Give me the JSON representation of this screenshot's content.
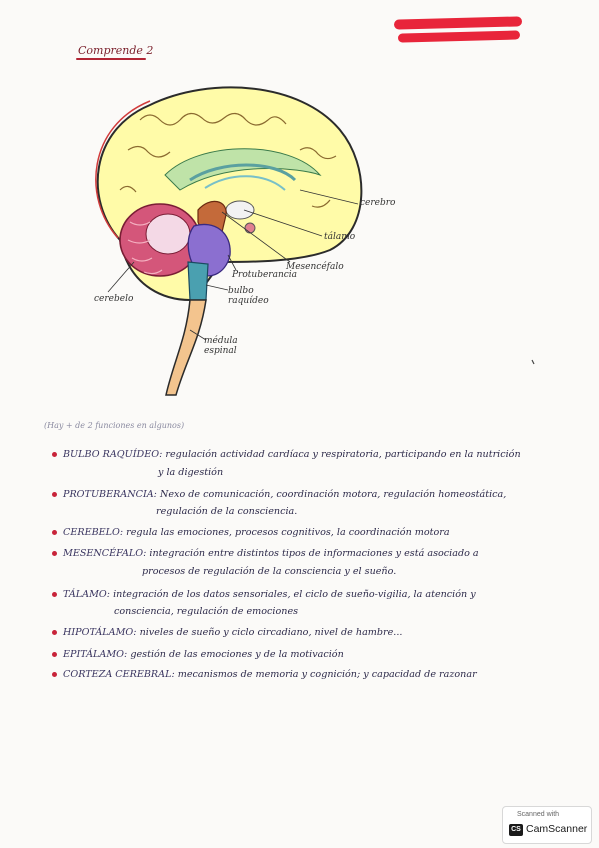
{
  "page": {
    "title": "Comprende 2",
    "note": "(Hay + de 2 funciones en algunos)"
  },
  "labels": {
    "cerebro": "cerebro",
    "talamo": "tálamo",
    "mesencefalo": "Mesencéfalo",
    "protuberancia": "Protuberancia",
    "bulbo": "bulbo raquídeo",
    "cerebelo": "cerebelo",
    "medula": "médula espinal"
  },
  "functions": [
    {
      "term": "BULBO RAQUÍDEO:",
      "desc": "regulación actividad cardíaca y respiratoria, participando en la nutrición",
      "cont": "y la digestión"
    },
    {
      "term": "PROTUBERANCIA:",
      "desc": "Nexo de comunicación, coordinación motora, regulación homeostática,",
      "cont": "regulación de la consciencia."
    },
    {
      "term": "CEREBELO:",
      "desc": "regula las emociones, procesos cognitivos, la coordinación motora",
      "cont": ""
    },
    {
      "term": "MESENCÉFALO:",
      "desc": "integración entre distintos tipos de informaciones y está asociado a",
      "cont": "procesos de regulación de la consciencia y el sueño."
    },
    {
      "term": "TÁLAMO:",
      "desc": "integración de los datos sensoriales, el ciclo de sueño-vigilia, la atención y",
      "cont": "consciencia, regulación de emociones"
    },
    {
      "term": "HIPOTÁLAMO:",
      "desc": "niveles de sueño y ciclo circadiano, nivel de hambre...",
      "cont": ""
    },
    {
      "term": "EPITÁLAMO:",
      "desc": "gestión de las emociones y de la motivación",
      "cont": ""
    },
    {
      "term": "CORTEZA CEREBRAL:",
      "desc": "mecanismos de memoria y cognición; y capacidad de razonar",
      "cont": ""
    }
  ],
  "badge": {
    "small": "Scanned with",
    "logo": "CS",
    "name": "CamScanner"
  },
  "colors": {
    "redact": "#e8253a",
    "bullet": "#c8243a",
    "cortex": "#f7f06a",
    "cerebellum": "#d4567a",
    "brainstem_purple": "#8b6fd0",
    "cord": "#f3c48e"
  }
}
